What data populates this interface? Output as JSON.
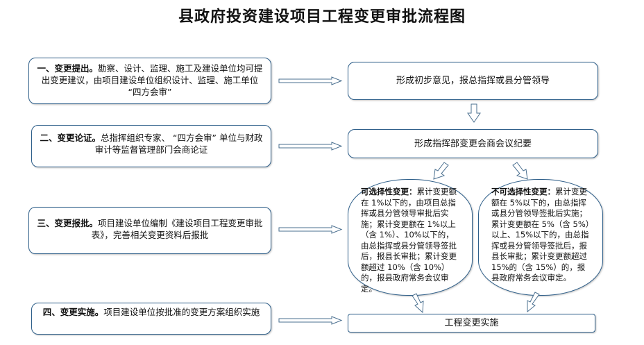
{
  "title": "县政府投资建设项目工程变更审批流程图",
  "left_steps": [
    {
      "lead": "一、变更提出。",
      "body": "勘察、设计、监理、施工及建设单位均可提出变更建议，由项目建设单位组织设计、监理、施工单位 “四方会审”"
    },
    {
      "lead": "二、变更论证。",
      "body": "总指挥组织专家、 “四方会审” 单位与财政审计等监督管理部门会商论证"
    },
    {
      "lead": "三、变更报批。",
      "body": "项目建设单位编制《建设项目工程变更审批表》，完善相关变更资料后报批"
    },
    {
      "lead": "四、变更实施。",
      "body": "项目建设单位按批准的变更方案组织实施"
    }
  ],
  "right_steps": {
    "step1": "形成初步意见，报总指挥或县分管领导",
    "step2": "形成指挥部变更会商会议纪要",
    "final": "工程变更实施"
  },
  "options": {
    "optional": {
      "lead": "可选择性变更：",
      "body": "累计变更额在 1%以下的，由项目总指挥或县分管领导审批后实施；累计变更额在 1%以上（含 1%）、10%以下的，由总指挥或县分管领导签批后，报县长审批；累计变更额超过 10%（含 10%）的，报县政府常务会议审定。"
    },
    "mandatory": {
      "lead": "不可选择性变更：",
      "body": "累计变更额在 5%以下的，由总指挥或县分管领导签批后实施；累计变更额在 5%（含 5%）以上、15%以下的，由总指挥或县分管领导签批后，报县长审批；累计变更额超过 15%的（含 15%）的，报县政府常务会议审定。"
    }
  }
}
